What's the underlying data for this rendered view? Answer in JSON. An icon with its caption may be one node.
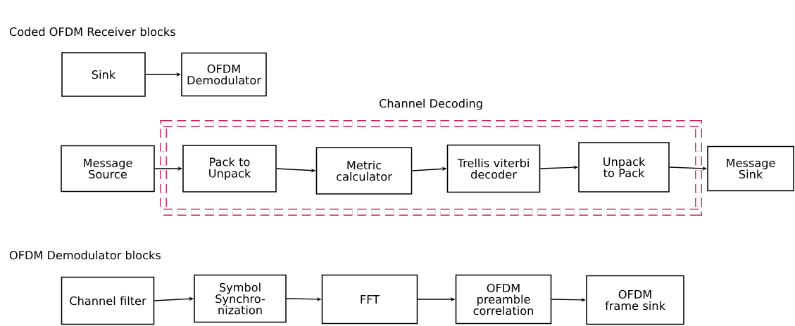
{
  "diagram": {
    "title": "Coded OFDM Receiver blocks",
    "nodes": [
      {
        "text": [
          "Sink"
        ]
      },
      {
        "text": [
          "OFDM Demodulator"
        ]
      },
      {
        "text": [
          "Channel Decoding"
        ]
      },
      {
        "text": [
          "Message Source"
        ]
      },
      {
        "text": [
          "Pack to Unpack"
        ],
        "in": 2
      },
      {
        "text": [
          "Metric calculator"
        ],
        "in": 2
      },
      {
        "text": [
          "Trellis viterbi decoder"
        ],
        "in": 2
      },
      {
        "text": [
          "Unpack to Pack"
        ],
        "in": 2
      },
      {
        "text": [
          "Message Sink"
        ]
      },
      {
        "text": [
          "Channel filter"
        ]
      },
      {
        "text": [
          "Symbol Synchro- nization"
        ]
      },
      {
        "text": [
          "FFT"
        ]
      },
      {
        "text": [
          "OFDM preamble correlation"
        ]
      },
      {
        "text": [
          "OFDM frame sink"
        ]
      }
    ],
    "edges": [
      {
        "from": 0,
        "to": 1,
        "arrow": "to"
      },
      {
        "from": 3,
        "to": 4,
        "arrow": "to"
      },
      {
        "from": 4,
        "to": 5,
        "arrow": "to"
      },
      {
        "from": 5,
        "to": 6,
        "arrow": "to"
      },
      {
        "from": 6,
        "to": 7,
        "arrow": "to"
      },
      {
        "from": 7,
        "to": 8,
        "arrow": "to"
      },
      {
        "from": 9,
        "to": 10,
        "arrow": "to"
      },
      {
        "from": 10,
        "to": 11,
        "arrow": "to"
      },
      {
        "from": 11,
        "to": 12,
        "arrow": "to"
      },
      {
        "from": 12,
        "to": 13,
        "arrow": "to"
      }
    ],
    "labels": [
      "OFDM Demodulator blocks"
    ]
  }
}
